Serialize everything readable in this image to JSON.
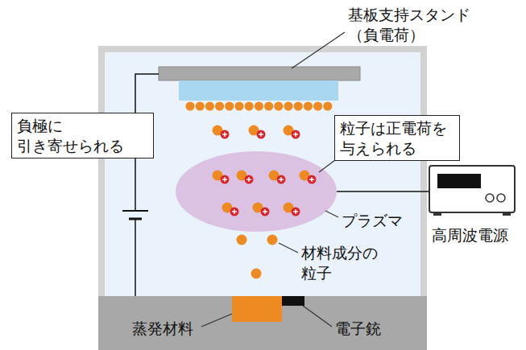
{
  "diagram": {
    "nodes": [
      {
        "text": [
          "負極に 引き寄せられる"
        ]
      },
      {
        "text": [
          "粒子は正電荷を 与えられる"
        ]
      }
    ],
    "labels": [
      "基板支持スタンド （負電荷）",
      "プラズマ",
      "高周波電源",
      "材料成分の 粒子",
      "蒸発材料",
      "電子銃"
    ]
  }
}
